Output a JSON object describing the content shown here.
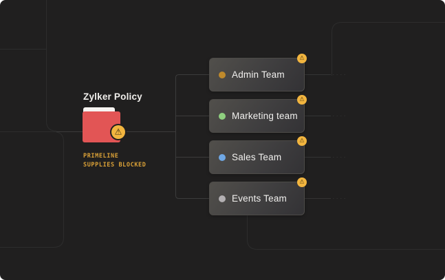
{
  "root_node": {
    "title": "Zylker Policy",
    "status_line1": "PRIMELINE",
    "status_line2": "SUPPLIES BLOCKED",
    "folder_color": "#e25555",
    "status_text_color": "#d9a037"
  },
  "teams": [
    {
      "label": "Admin Team",
      "dot_color": "#c08a2b"
    },
    {
      "label": "Marketing team",
      "dot_color": "#8fd07f"
    },
    {
      "label": "Sales Team",
      "dot_color": "#6fa8e5"
    },
    {
      "label": "Events Team",
      "dot_color": "#b3b0b2"
    }
  ],
  "icons": {
    "warning_glyph": "⚠",
    "warning_badge_color": "#f2b53f"
  },
  "canvas": {
    "background_color": "#201f1f",
    "connector_color": "#3c3c3c",
    "ghost_line_color": "#2d2d2d"
  }
}
